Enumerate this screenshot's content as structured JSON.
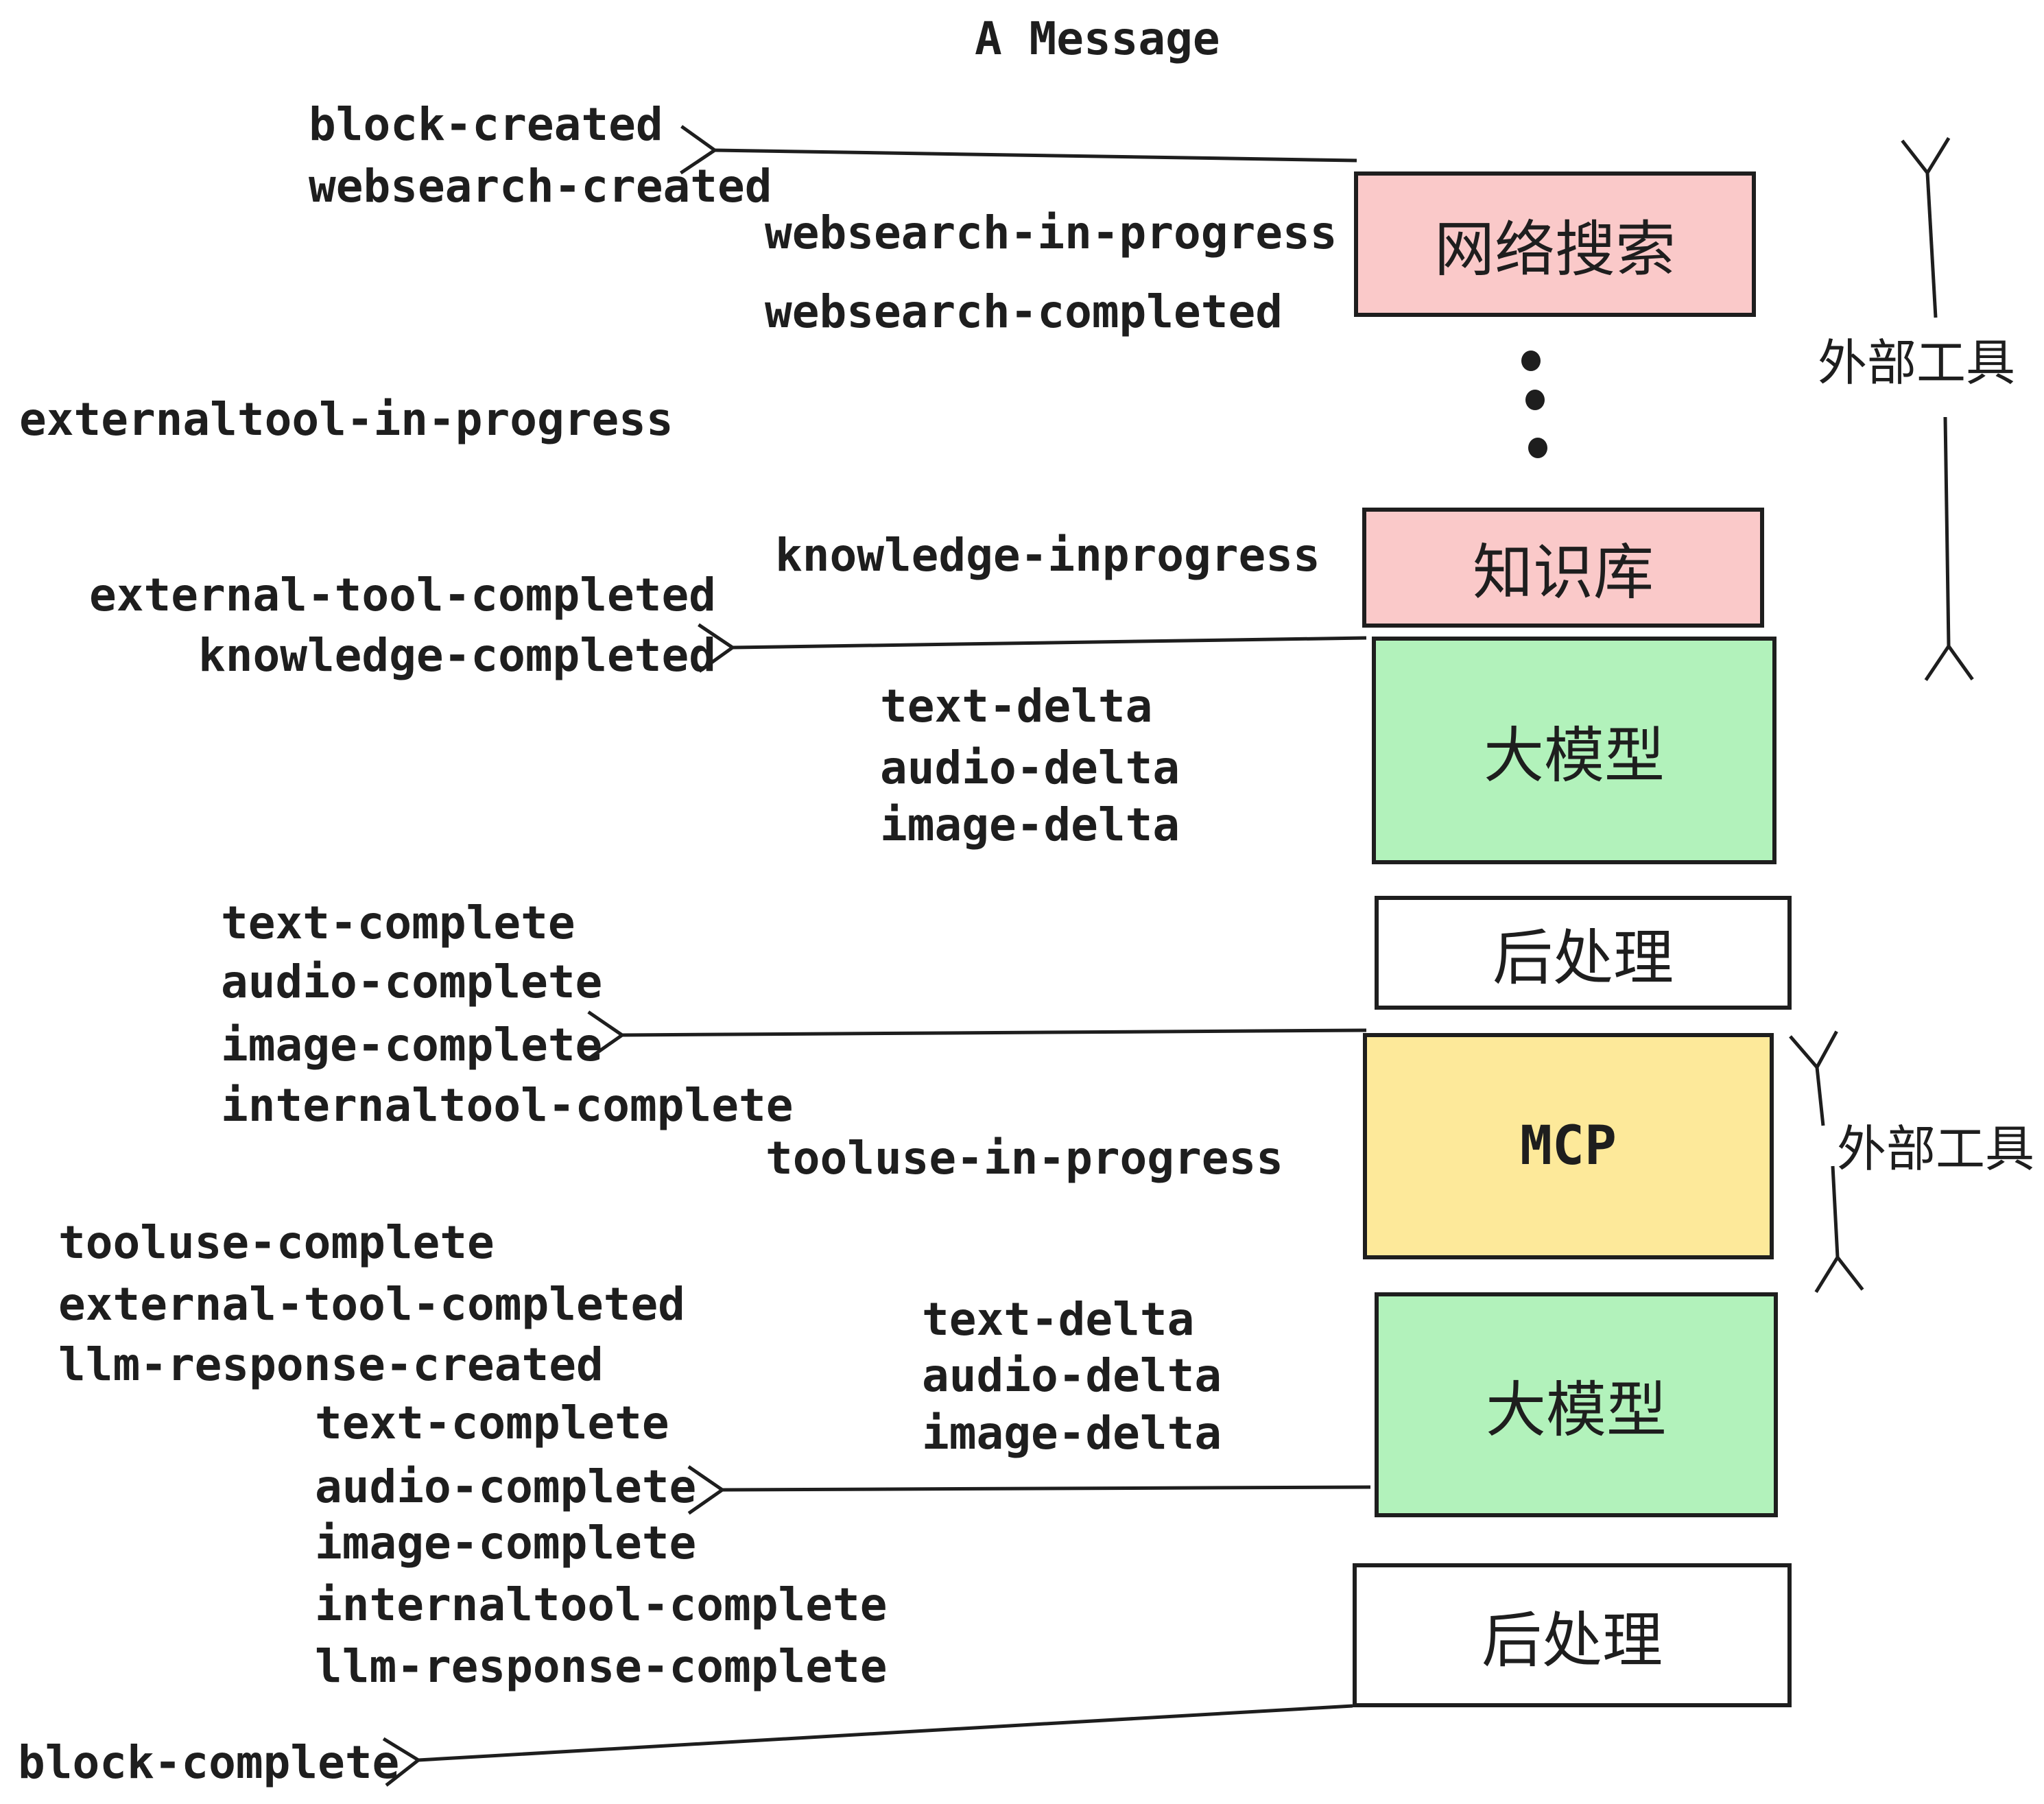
{
  "title": "A Message",
  "events": {
    "block_created": "block-created",
    "websearch_created": "websearch-created",
    "websearch_in_progress": "websearch-in-progress",
    "websearch_completed": "websearch-completed",
    "externaltool_in_progress": "externaltool-in-progress",
    "knowledge_inprogress": "knowledge-inprogress",
    "external_tool_completed_1": "external-tool-completed",
    "knowledge_completed": "knowledge-completed",
    "text_delta_1": "text-delta",
    "audio_delta_1": "audio-delta",
    "image_delta_1": "image-delta",
    "text_complete_1": "text-complete",
    "audio_complete_1": "audio-complete",
    "image_complete_1": "image-complete",
    "internaltool_complete_1": "internaltool-complete",
    "tooluse_in_progress": "tooluse-in-progress",
    "tooluse_complete": "tooluse-complete",
    "external_tool_completed_2": "external-tool-completed",
    "llm_response_created": "llm-response-created",
    "text_complete_2": "text-complete",
    "audio_complete_2": "audio-complete",
    "image_complete_2": "image-complete",
    "internaltool_complete_2": "internaltool-complete",
    "llm_response_complete": "llm-response-complete",
    "text_delta_2": "text-delta",
    "audio_delta_2": "audio-delta",
    "image_delta_2": "image-delta",
    "block_complete": "block-complete"
  },
  "boxes": {
    "websearch": {
      "label": "网络搜索",
      "fill": "#fac9c9"
    },
    "knowledge": {
      "label": "知识库",
      "fill": "#fac9c9"
    },
    "llm_1": {
      "label": "大模型",
      "fill": "#b2f2bb"
    },
    "post_1": {
      "label": "后处理",
      "fill": "#ffffff"
    },
    "mcp": {
      "label": "MCP",
      "fill": "#fde99a"
    },
    "llm_2": {
      "label": "大模型",
      "fill": "#b2f2bb"
    },
    "post_2": {
      "label": "后处理",
      "fill": "#ffffff"
    }
  },
  "side_labels": {
    "external_tools_top": "外部工具",
    "external_tools_mid": "外部工具"
  },
  "colors": {
    "stroke": "#1e1e1e",
    "pink": "#fac9c9",
    "green": "#b2f2bb",
    "yellow": "#fde99a",
    "white": "#ffffff"
  }
}
